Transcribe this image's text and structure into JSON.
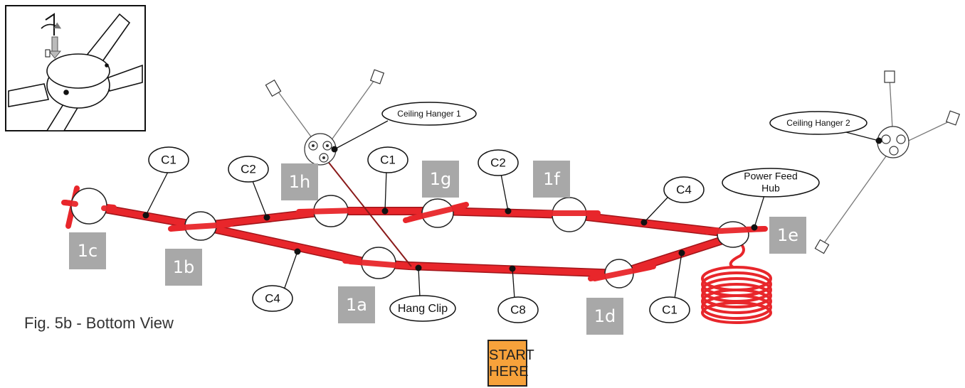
{
  "caption": "Fig. 5b - Bottom View",
  "start_button": {
    "line1": "START",
    "line2": "HERE",
    "color": "#f7a23b"
  },
  "colors": {
    "tube": "#e8262b",
    "tube_dark": "#a01419",
    "label_bg": "#a8a8a8",
    "accent": "#f7a23b"
  },
  "nodes": [
    "1a",
    "1b",
    "1c",
    "1d",
    "1e",
    "1f",
    "1g",
    "1h"
  ],
  "segment_callouts": {
    "c1_left": "C1",
    "c2_left": "C2",
    "c1_top": "C1",
    "c2_top": "C2",
    "c4_top": "C4",
    "c4_bottom": "C4",
    "c8_bottom": "C8",
    "c1_right": "C1"
  },
  "callouts": {
    "hang_clip": "Hang Clip",
    "ceiling_hanger_1": "Ceiling Hanger 1",
    "ceiling_hanger_2": "Ceiling Hanger 2",
    "power_feed_hub_line1": "Power Feed",
    "power_feed_hub_line2": "Hub"
  },
  "inset": {
    "description_icon": "hex-key-rotate-icon"
  }
}
